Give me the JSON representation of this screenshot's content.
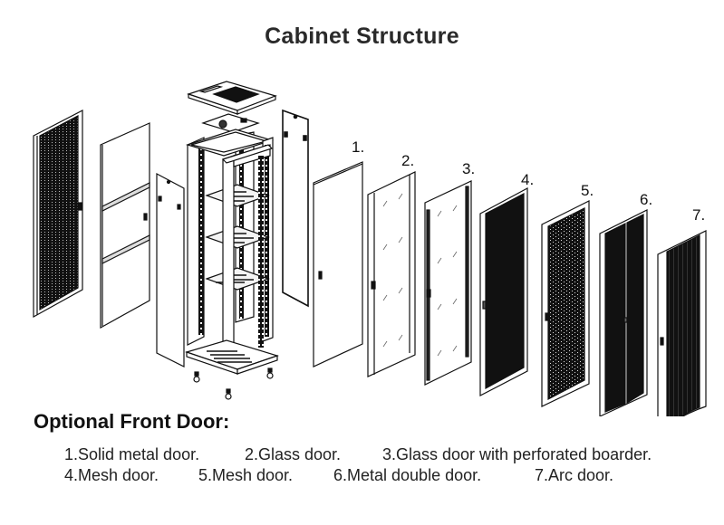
{
  "title": "Cabinet Structure",
  "diagram": {
    "exploded_parts": [
      {
        "name": "rear-perforated-door",
        "icon": "perforated-door-icon"
      },
      {
        "name": "three-panel-side-door",
        "icon": "side-panel-icon"
      },
      {
        "name": "left-side-panel",
        "icon": "side-panel-icon"
      },
      {
        "name": "top-cover-with-fan",
        "icon": "top-cover-icon"
      },
      {
        "name": "fan-plate",
        "icon": "fan-icon"
      },
      {
        "name": "frame-with-shelves",
        "icon": "rack-frame-icon"
      },
      {
        "name": "base-with-casters",
        "icon": "caster-base-icon"
      },
      {
        "name": "right-side-panel",
        "icon": "side-panel-icon"
      }
    ],
    "door_numbers": [
      "1.",
      "2.",
      "3.",
      "4.",
      "5.",
      "6.",
      "7."
    ]
  },
  "options": {
    "heading": "Optional Front Door:",
    "line1": [
      "1.Solid metal door.",
      "2.Glass door.",
      "3.Glass door with perforated boarder."
    ],
    "line2": [
      "4.Mesh door.",
      "5.Mesh door.",
      "6.Metal double door.",
      "7.Arc door."
    ]
  }
}
